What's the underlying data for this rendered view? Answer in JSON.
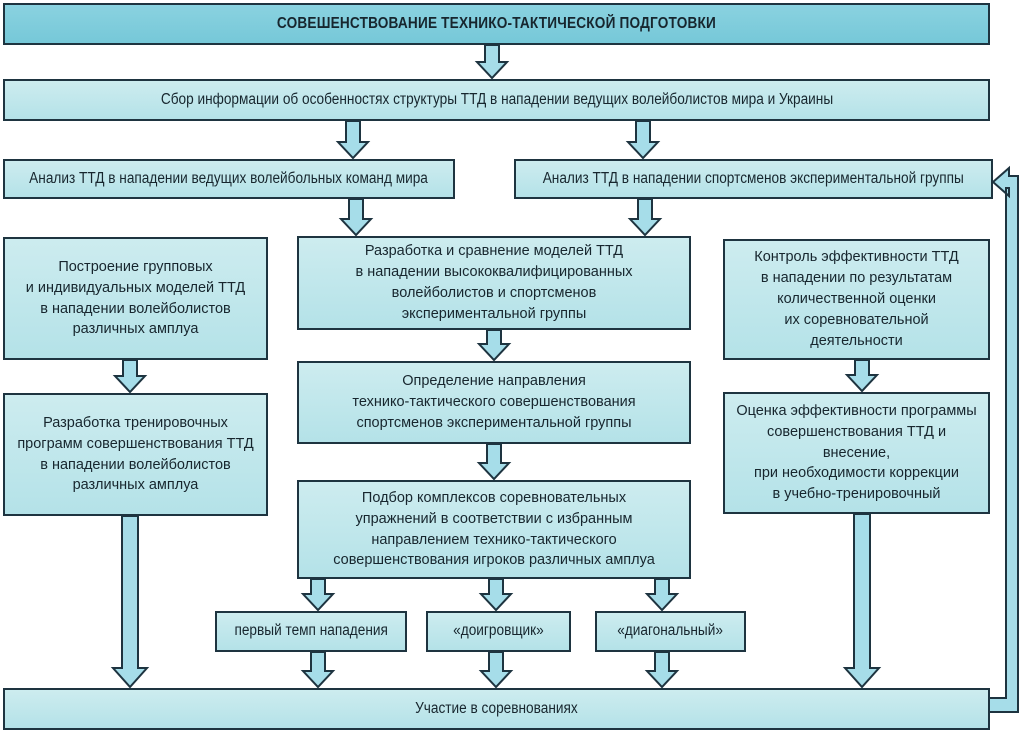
{
  "nodes": {
    "title": {
      "text": "СОВЕШЕНСТВОВАНИЕ ТЕХНИКО-ТАКТИЧЕСКОЙ ПОДГОТОВКИ"
    },
    "collect_info": {
      "text": "Сбор информации об особенностях структуры ТТД в нападении ведущих волейболистов мира и Украины"
    },
    "analysis_world": {
      "text": "Анализ ТТД в нападении ведущих волейбольных команд мира"
    },
    "analysis_exp": {
      "text": "Анализ ТТД в нападении спортсменов экспериментальной группы"
    },
    "group_models": {
      "text": "Построение групповых\nи индивидуальных моделей ТТД\nв нападении волейболистов\nразличных амплуа"
    },
    "model_compare": {
      "text": "Разработка и сравнение моделей ТТД\nв нападении высококвалифицированных\nволейболистов и спортсменов\nэкспериментальной группы"
    },
    "control_effectiveness": {
      "text": "Контроль эффективности ТТД\nв нападении по результатам\nколичественной оценки\nих соревновательной\nдеятельности"
    },
    "direction": {
      "text": "Определение направления\nтехнико-тактического совершенствования\nспортсменов экспериментальной группы"
    },
    "training_programs": {
      "text": "Разработка тренировочных\nпрограмм совершенствования ТТД\nв нападении волейболистов\nразличных амплуа"
    },
    "program_evaluation": {
      "text": "Оценка эффективности программы\nсовершенствования ТТД и внесение,\nпри необходимости коррекции\nв учебно-тренировочный"
    },
    "exercise_selection": {
      "text": "Подбор комплексов соревновательных\nупражнений в соответствии с избранным\nнаправлением технико-тактического\nсовершенствования игроков различных амплуа"
    },
    "first_tempo": {
      "text": "первый темп нападения"
    },
    "outside_hitter": {
      "text": "«доигровщик»"
    },
    "opposite_hitter": {
      "text": "«диагональный»"
    },
    "participation": {
      "text": "Участие в соревнованиях"
    }
  },
  "colors": {
    "border": "#1e3440",
    "text": "#17262e",
    "box_fill_top": "#cdecef",
    "box_fill_bottom": "#b4e2e8",
    "header_fill_top": "#8ad2e0",
    "header_fill_bottom": "#76c8d8",
    "arrow_fill": "#a6dde9",
    "background": "#ffffff"
  }
}
